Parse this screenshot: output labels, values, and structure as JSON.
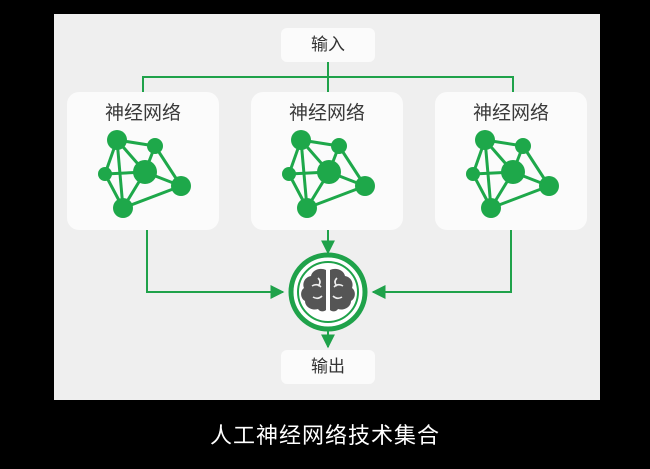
{
  "input_label": "输入",
  "output_label": "输出",
  "networks": [
    {
      "title": "神经网络"
    },
    {
      "title": "神经网络"
    },
    {
      "title": "神经网络"
    }
  ],
  "caption": "人工神经网络技术集合",
  "colors": {
    "accent": "#1fa24a",
    "node": "#1ea84a",
    "link": "#1ea84a",
    "background": "#000000",
    "panel": "#efefef",
    "card": "#fbfbfb"
  },
  "icons": {
    "center": "brain-icon"
  }
}
